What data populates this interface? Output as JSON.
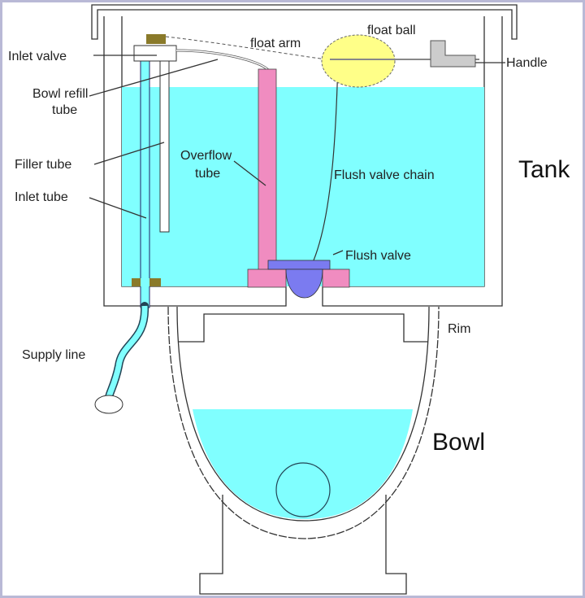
{
  "title": "Toilet tank and bowl diagram",
  "labels": {
    "inlet_valve": "Inlet valve",
    "bowl_refill_tube_1": "Bowl refill",
    "bowl_refill_tube_2": "tube",
    "filler_tube": "Filler tube",
    "inlet_tube": "Inlet tube",
    "supply_line": "Supply line",
    "float_arm": "float arm",
    "float_ball": "float ball",
    "handle": "Handle",
    "overflow_tube_1": "Overflow",
    "overflow_tube_2": "tube",
    "flush_valve_chain": "Flush valve chain",
    "flush_valve": "Flush valve",
    "tank": "Tank",
    "rim": "Rim",
    "bowl": "Bowl"
  },
  "colors": {
    "water": "#80ffff",
    "overflow_tube": "#f08cc0",
    "flush_valve": "#7b7bf0",
    "float_ball": "#ffff88",
    "brass": "#8a7a2a",
    "frame": "#b9b9d6"
  }
}
